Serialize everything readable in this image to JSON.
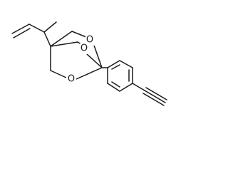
{
  "molecule": {
    "oxygen_label": "O",
    "atoms": [
      {
        "id": "c_vinyl_end",
        "element": "C"
      },
      {
        "id": "c_vinyl",
        "element": "C"
      },
      {
        "id": "c_methine",
        "element": "C"
      },
      {
        "id": "c_methyl",
        "element": "C"
      },
      {
        "id": "c_bridgehead_top",
        "element": "C"
      },
      {
        "id": "c_ch2_a",
        "element": "C"
      },
      {
        "id": "c_ch2_b",
        "element": "C"
      },
      {
        "id": "c_ch2_c",
        "element": "C"
      },
      {
        "id": "o_upper",
        "element": "O"
      },
      {
        "id": "o_mid",
        "element": "O"
      },
      {
        "id": "o_lower",
        "element": "O"
      },
      {
        "id": "c_orthoester",
        "element": "C"
      },
      {
        "id": "c_aryl_ipso",
        "element": "C"
      },
      {
        "id": "c_aryl_para",
        "element": "C"
      },
      {
        "id": "c_alkyne_1",
        "element": "C"
      },
      {
        "id": "c_alkyne_2",
        "element": "C"
      }
    ],
    "bond_count": 22
  }
}
